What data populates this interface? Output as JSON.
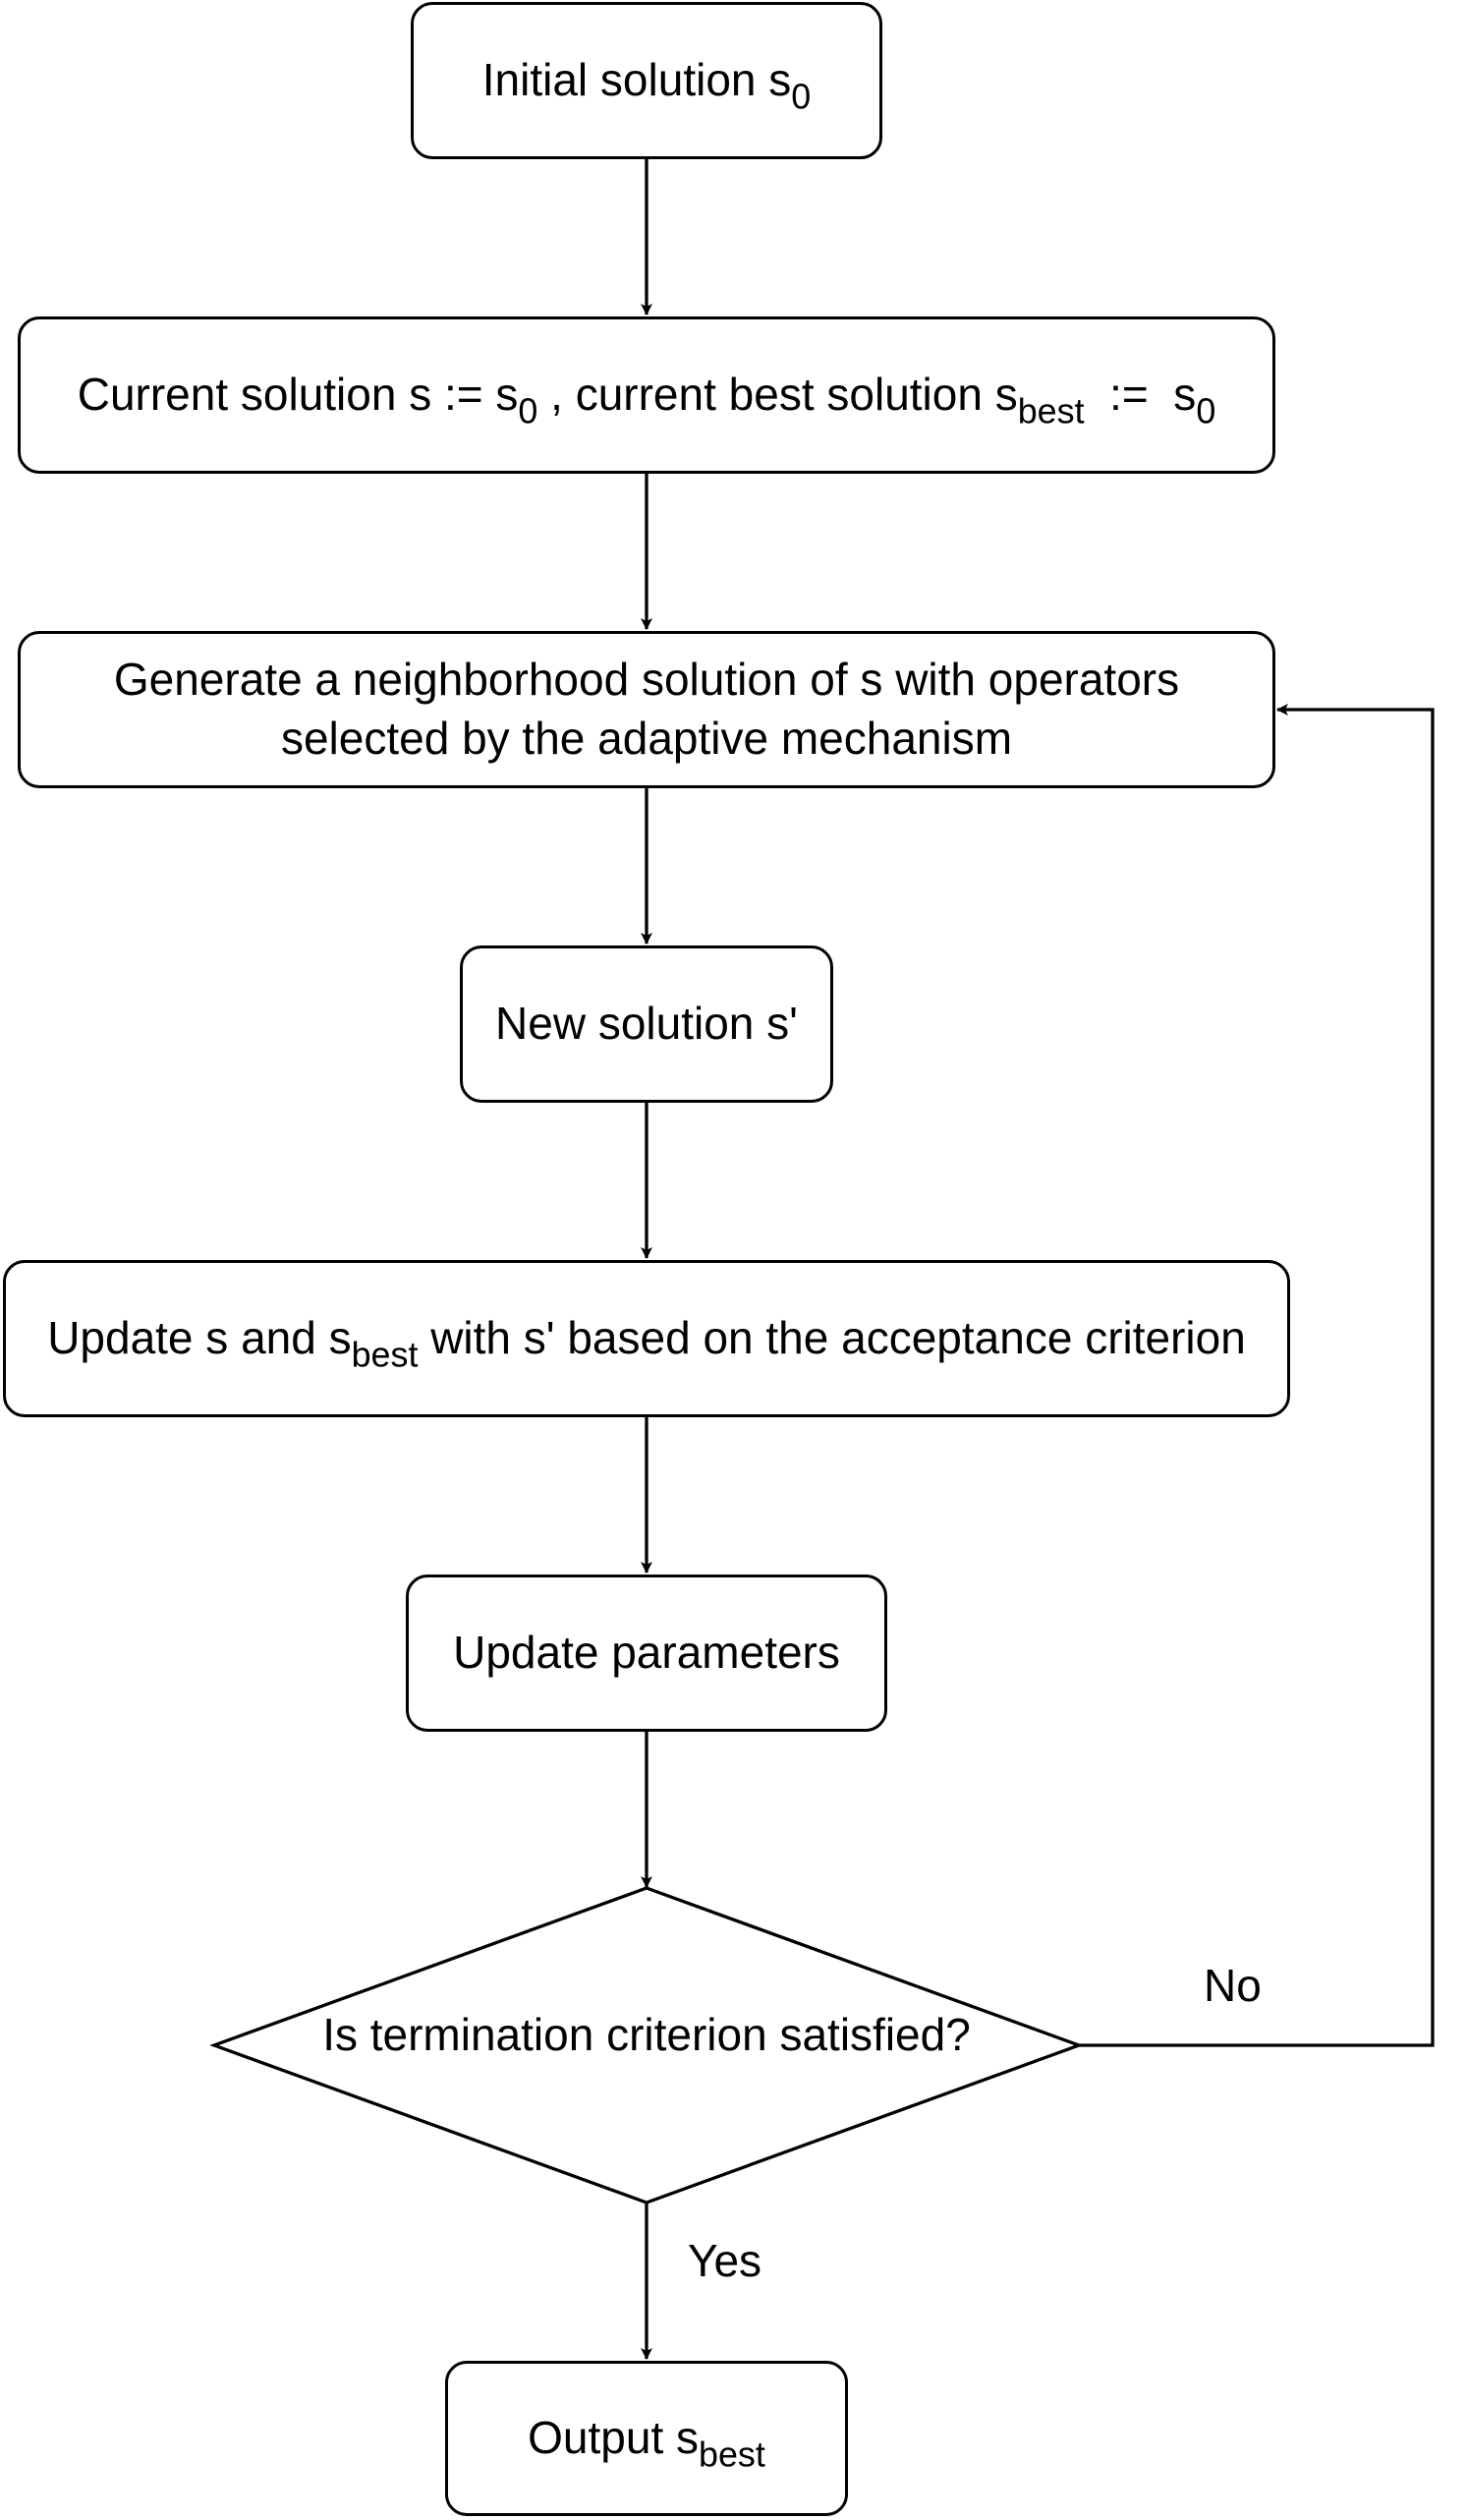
{
  "nodes": {
    "initial": {
      "text": "Initial solution s",
      "sub": "0"
    },
    "current": {
      "text_a": "Current solution s := s",
      "sub_a": "0",
      "text_b": " , current best solution s",
      "sub_b": "best",
      "text_c": "  :=  s",
      "sub_c": "0"
    },
    "generate": {
      "line1": "Generate a neighborhood solution of s with operators",
      "line2": "selected by the adaptive mechanism"
    },
    "new_solution": {
      "text": "New solution s'"
    },
    "update_s": {
      "text_a": "Update s and s",
      "sub_a": "best",
      "text_b": " with s' based on the acceptance criterion"
    },
    "update_params": {
      "text": "Update parameters"
    },
    "decision": {
      "text": "Is termination criterion satisfied?"
    },
    "output": {
      "text": "Output s",
      "sub": "best"
    }
  },
  "edge_labels": {
    "no": "No",
    "yes": "Yes"
  }
}
